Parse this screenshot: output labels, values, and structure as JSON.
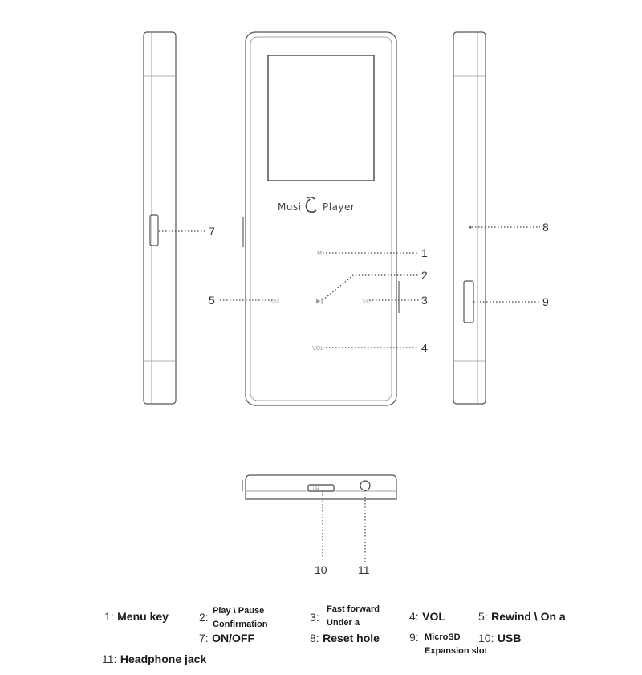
{
  "logo": {
    "left": "Musi",
    "right": "Player"
  },
  "device": {
    "menu_glyph": "M",
    "play_glyph": "▶‖",
    "prev_glyph": "◁◁",
    "next_glyph": "▷▷",
    "vol_glyph": "VOL",
    "usb_label": "USB"
  },
  "callouts": {
    "c1": "1",
    "c2": "2",
    "c3": "3",
    "c4": "4",
    "c5": "5",
    "c7": "7",
    "c8": "8",
    "c9": "9",
    "c10": "10",
    "c11": "11"
  },
  "legend": {
    "i1": {
      "num": "1:",
      "label": "Menu key"
    },
    "i2": {
      "num": "2:",
      "line1": "Play \\ Pause",
      "line2": "Confirmation"
    },
    "i3": {
      "num": "3:",
      "line1": "Fast forward",
      "line2": "Under a"
    },
    "i4": {
      "num": "4:",
      "label": "VOL"
    },
    "i5": {
      "num": "5:",
      "label": "Rewind \\ On a"
    },
    "i7": {
      "num": "7:",
      "label": "ON/OFF"
    },
    "i8": {
      "num": "8:",
      "label": "Reset hole"
    },
    "i9": {
      "num": "9:",
      "line1": "MicroSD",
      "line2": "Expansion slot"
    },
    "i10": {
      "num": "10:",
      "label": "USB"
    },
    "i11": {
      "num": "11:",
      "label": "Headphone jack"
    }
  }
}
